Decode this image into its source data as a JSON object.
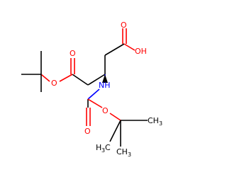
{
  "molecule": {
    "atom_labels": {
      "o_acid_carbonyl": "O",
      "oh_acid": "OH",
      "o_ester_carbonyl": "O",
      "o_ester": "O",
      "nh": "NH",
      "o_carbamate_carbonyl": "O",
      "o_carbamate": "O",
      "ch3_a_main": "H",
      "ch3_a_sub": "3",
      "ch3_a_c": "C",
      "ch3_b_c": "CH",
      "ch3_b_sub": "3",
      "ch3_c_c": "CH",
      "ch3_c_sub": "3"
    },
    "colors": {
      "carbon_bonds": "#000000",
      "oxygen": "#ff0000",
      "nitrogen": "#0000ff"
    }
  }
}
